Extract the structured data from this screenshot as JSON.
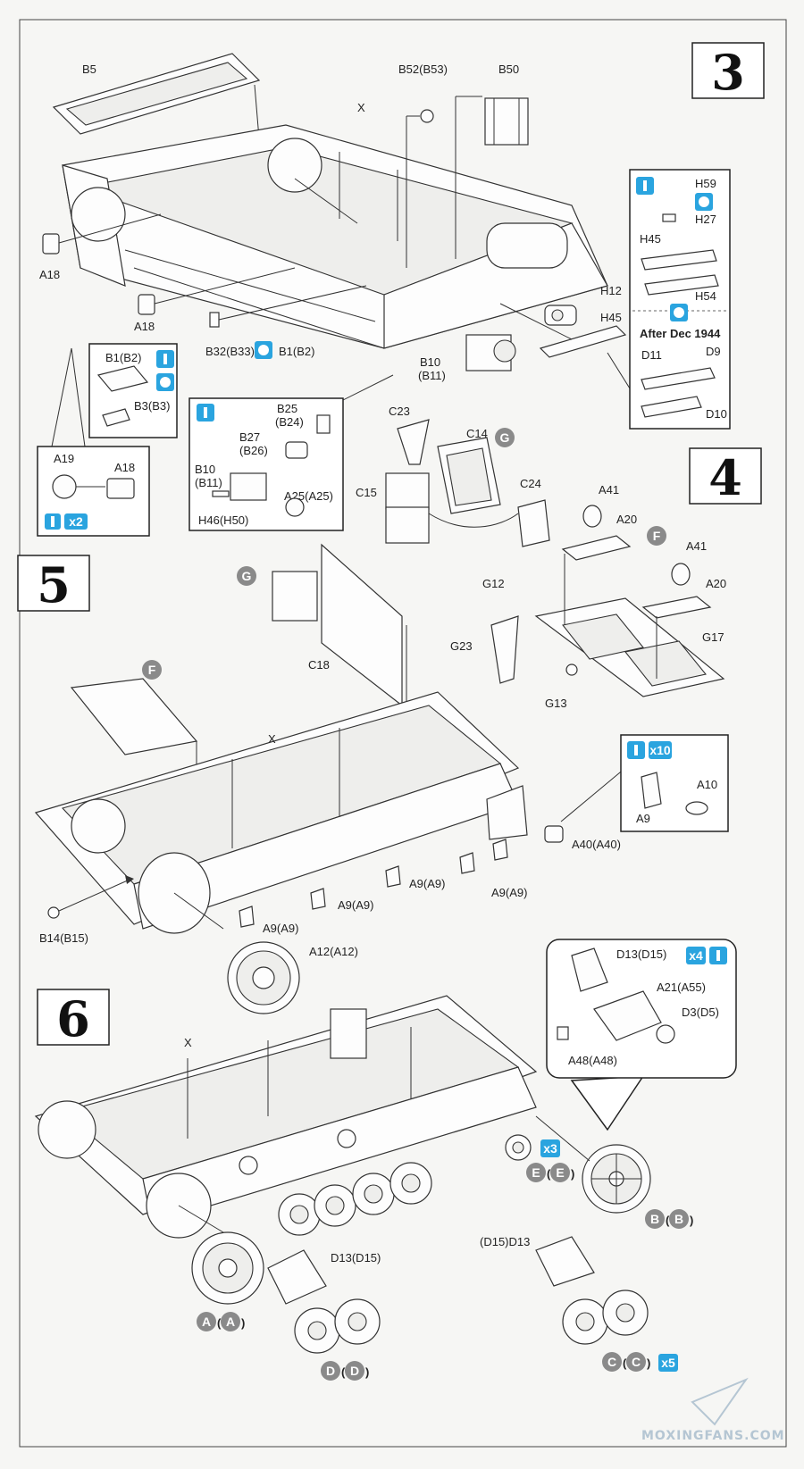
{
  "steps": [
    {
      "number": "3"
    },
    {
      "number": "4"
    },
    {
      "number": "5"
    },
    {
      "number": "6"
    }
  ],
  "step3": {
    "labels": [
      "B5",
      "X",
      "B52(B53)",
      "B50",
      "A18",
      "A18",
      "B32(B33)",
      "B1(B2)",
      "B10",
      "(B11)",
      "H12",
      "H45"
    ],
    "insets": {
      "b1": {
        "labels": [
          "B1(B2)",
          "B3(B3)"
        ]
      },
      "a19": {
        "labels": [
          "A19",
          "A18"
        ],
        "multiplier": "x2"
      },
      "b25": {
        "labels": [
          "B25",
          "(B24)",
          "B27",
          "(B26)",
          "B10",
          "(B11)",
          "A25(A25)",
          "H46(H50)"
        ]
      },
      "h59": {
        "labels": [
          "H59",
          "H27",
          "H45",
          "H54"
        ],
        "note": "After Dec 1944",
        "labels2": [
          "D11",
          "D9",
          "D10"
        ]
      }
    }
  },
  "step4": {
    "labels": [
      "C23",
      "C14",
      "C15",
      "C24",
      "A41",
      "A20",
      "A41",
      "A20",
      "G12",
      "G23",
      "G13",
      "G17"
    ],
    "badges": [
      "G",
      "F"
    ]
  },
  "step5": {
    "labels": [
      "C18",
      "X",
      "B14(B15)",
      "A12(A12)",
      "A9(A9)",
      "A9(A9)",
      "A9(A9)",
      "A9(A9)",
      "A40(A40)"
    ],
    "badges": [
      "G",
      "F"
    ],
    "inset": {
      "labels": [
        "A10",
        "A9"
      ],
      "multiplier": "x10"
    }
  },
  "step6": {
    "labels": [
      "X",
      "D13(D15)",
      "(D15)D13"
    ],
    "inset": {
      "labels": [
        "D13(D15)",
        "A21(A55)",
        "D3(D5)",
        "A48(A48)"
      ],
      "multiplier": "x4"
    },
    "subassemblies": [
      {
        "letter": "A",
        "paren": "A"
      },
      {
        "letter": "B",
        "paren": "B"
      },
      {
        "letter": "C",
        "paren": "C"
      },
      {
        "letter": "D",
        "paren": "D"
      },
      {
        "letter": "E",
        "paren": "E"
      }
    ],
    "multipliers": [
      "x3",
      "x5"
    ]
  },
  "watermark": "MOXINGFANS.COM",
  "colors": {
    "icon": "#2aa4df",
    "badge": "#8a8a8a",
    "line": "#333333"
  }
}
